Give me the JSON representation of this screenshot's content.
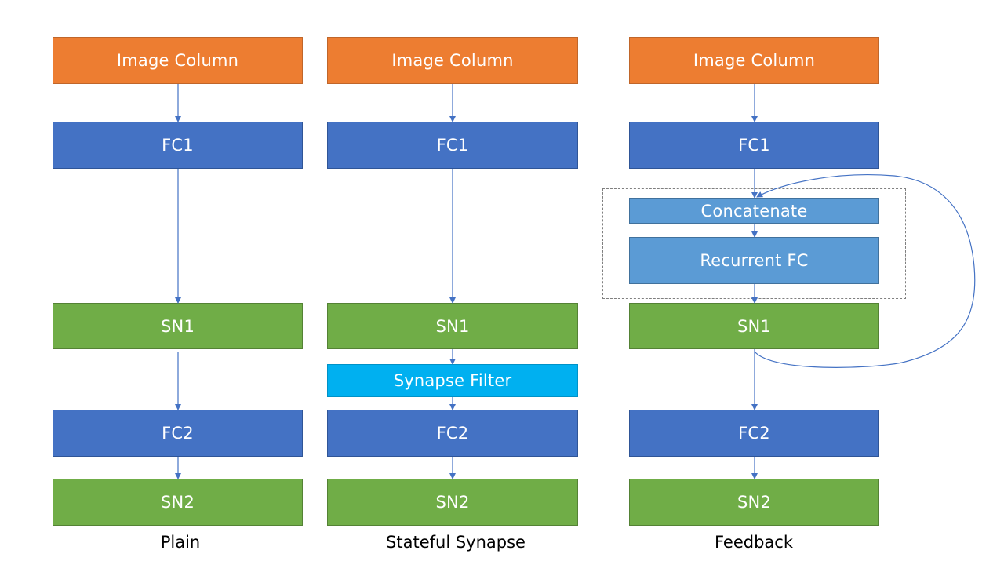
{
  "columns": [
    {
      "caption": "Plain",
      "image_column": "Image Column",
      "fc1": "FC1",
      "sn1": "SN1",
      "fc2": "FC2",
      "sn2": "SN2"
    },
    {
      "caption": "Stateful Synapse",
      "image_column": "Image Column",
      "fc1": "FC1",
      "sn1": "SN1",
      "synapse_filter": "Synapse Filter",
      "fc2": "FC2",
      "sn2": "SN2"
    },
    {
      "caption": "Feedback",
      "image_column": "Image Column",
      "fc1": "FC1",
      "concatenate": "Concatenate",
      "recurrent_fc": "Recurrent FC",
      "sn1": "SN1",
      "fc2": "FC2",
      "sn2": "SN2"
    }
  ],
  "colors": {
    "image_column": "#ed7d31",
    "fc": "#4472c4",
    "sn": "#70ad47",
    "synapse_filter": "#00b0f0",
    "recurrent": "#5b9bd5",
    "arrow": "#4472c4"
  }
}
